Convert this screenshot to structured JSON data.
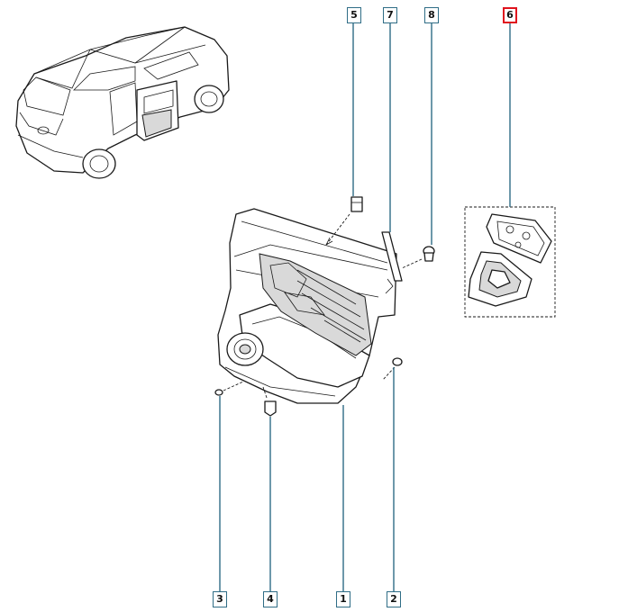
{
  "callouts": [
    {
      "id": "c1",
      "label": "1",
      "selected": false
    },
    {
      "id": "c2",
      "label": "2",
      "selected": false
    },
    {
      "id": "c3",
      "label": "3",
      "selected": false
    },
    {
      "id": "c4",
      "label": "4",
      "selected": false
    },
    {
      "id": "c5",
      "label": "5",
      "selected": false
    },
    {
      "id": "c6",
      "label": "6",
      "selected": true
    },
    {
      "id": "c7",
      "label": "7",
      "selected": false
    },
    {
      "id": "c8",
      "label": "8",
      "selected": false
    }
  ],
  "colors": {
    "callout_border": "#2f6d86",
    "selected_border": "#e0141e",
    "line": "#1a1a1a"
  }
}
